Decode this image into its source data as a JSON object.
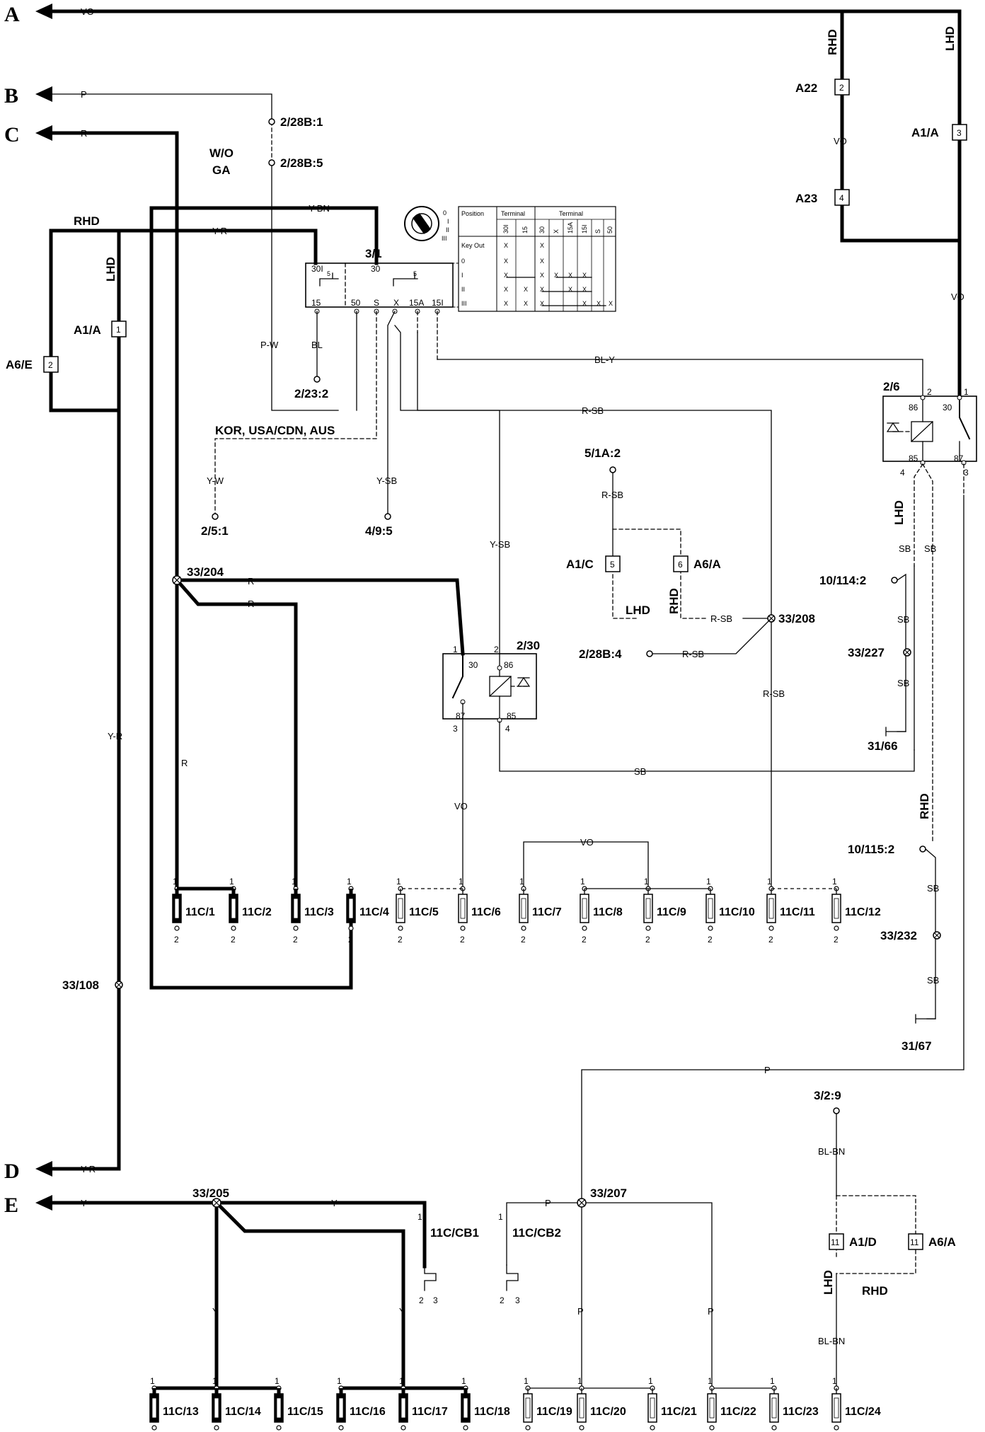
{
  "connectors": {
    "A": "A",
    "B": "B",
    "C": "C",
    "D": "D",
    "E": "E"
  },
  "wires": {
    "vo": "VO",
    "p": "P",
    "r": "R",
    "y_bn": "Y-BN",
    "y_r": "Y-R",
    "p_w": "P-W",
    "bl": "BL",
    "bl_y": "BL-Y",
    "r_sb": "R-SB",
    "y_w": "Y-W",
    "y_sb": "Y-SB",
    "sb": "SB",
    "y": "Y",
    "bl_bn": "BL-BN"
  },
  "labels": {
    "rhd": "RHD",
    "lhd": "LHD",
    "a22": "A22",
    "a23": "A23",
    "a1a": "A1/A",
    "a6e": "A6/E",
    "a1c": "A1/C",
    "a6a": "A6/A",
    "a1d": "A1/D",
    "wo": "W/O",
    "ga": "GA",
    "s2_28b_1": "2/28B:1",
    "s2_28b_5": "2/28B:5",
    "s2_28b_4": "2/28B:4",
    "s2_23_2": "2/23:2",
    "s2_5_1": "2/5:1",
    "s4_9_5": "4/9:5",
    "s5_1a_2": "5/1A:2",
    "s3_2_9": "3/2:9",
    "markets": "KOR, USA/CDN, AUS",
    "sw": "3/1",
    "relay26": "2/6",
    "relay230": "2/30",
    "s33_204": "33/204",
    "s33_208": "33/208",
    "s33_227": "33/227",
    "s33_108": "33/108",
    "s33_232": "33/232",
    "s33_205": "33/205",
    "s33_207": "33/207",
    "s10_114_2": "10/114:2",
    "s10_115_2": "10/115:2",
    "s31_66": "31/66",
    "s31_67": "31/67",
    "cb1": "11C/CB1",
    "cb2": "11C/CB2"
  },
  "pins": {
    "n1": "1",
    "n2": "2",
    "n3": "3",
    "n4": "4",
    "n5": "5",
    "n6": "6",
    "n11": "11",
    "p30": "30",
    "p86": "86",
    "p85": "85",
    "p87": "87",
    "t30i": "30I",
    "t30": "30",
    "t15": "15",
    "t50": "50",
    "ts": "S",
    "tx": "X",
    "t15a": "15A",
    "t15i": "15I"
  },
  "switch_table": {
    "h_position": "Position",
    "h_terminal1": "Terminal",
    "h_terminal2": "Terminal",
    "cols": [
      "30I",
      "15",
      "30",
      "X",
      "15A",
      "15I",
      "S",
      "50"
    ],
    "rows": [
      "Key Out",
      "0",
      "I",
      "II",
      "III"
    ],
    "mark": "X",
    "dial": [
      "0",
      "I",
      "II",
      "III"
    ]
  },
  "fuses_row1": [
    "11C/1",
    "11C/2",
    "11C/3",
    "11C/4",
    "11C/5",
    "11C/6",
    "11C/7",
    "11C/8",
    "11C/9",
    "11C/10",
    "11C/11",
    "11C/12"
  ],
  "fuses_row2": [
    "11C/13",
    "11C/14",
    "11C/15",
    "11C/16",
    "11C/17",
    "11C/18",
    "11C/19",
    "11C/20",
    "11C/21",
    "11C/22",
    "11C/23",
    "11C/24"
  ]
}
